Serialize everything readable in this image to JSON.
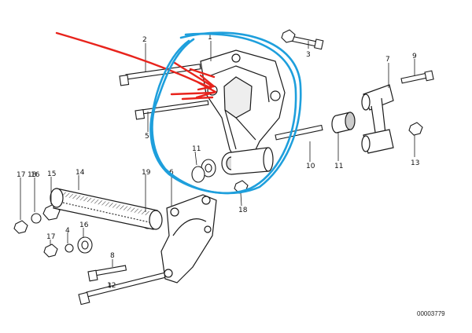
{
  "diagram": {
    "reference_number": "00003779",
    "callouts": [
      {
        "id": "c1",
        "num": "1"
      },
      {
        "id": "c2",
        "num": "2"
      },
      {
        "id": "c3",
        "num": "3"
      },
      {
        "id": "c4",
        "num": "4"
      },
      {
        "id": "c5",
        "num": "5"
      },
      {
        "id": "c6",
        "num": "6"
      },
      {
        "id": "c7",
        "num": "7"
      },
      {
        "id": "c8",
        "num": "8"
      },
      {
        "id": "c9",
        "num": "9"
      },
      {
        "id": "c10",
        "num": "10"
      },
      {
        "id": "c11",
        "num": "11"
      },
      {
        "id": "c11b",
        "num": "11"
      },
      {
        "id": "c12",
        "num": "12"
      },
      {
        "id": "c13",
        "num": "13"
      },
      {
        "id": "c14",
        "num": "14"
      },
      {
        "id": "c15",
        "num": "15"
      },
      {
        "id": "c16",
        "num": "16"
      },
      {
        "id": "c16b",
        "num": "16"
      },
      {
        "id": "c17",
        "num": "17"
      },
      {
        "id": "c17b",
        "num": "17"
      },
      {
        "id": "c18",
        "num": "18"
      },
      {
        "id": "c18b",
        "num": "18"
      },
      {
        "id": "c19",
        "num": "19"
      }
    ],
    "annotation_colors": {
      "red_arrow": "#e8231c",
      "blue_circle": "#1e9fdc",
      "ink": "#1a1a1a"
    }
  }
}
